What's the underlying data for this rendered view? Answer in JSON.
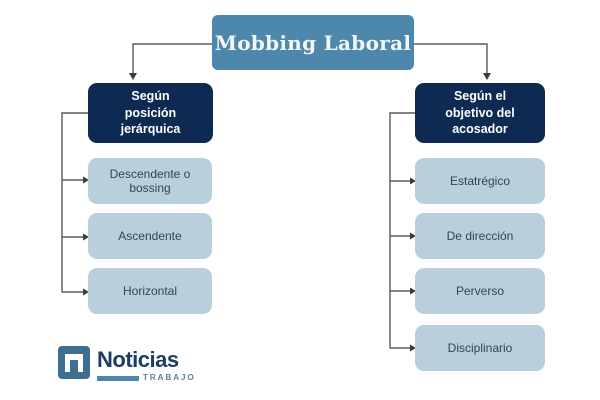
{
  "title": "Mobbing Laboral",
  "colors": {
    "title_bg": "#4d87ab",
    "header_bg": "#0e2a52",
    "item_bg": "#b9cfdb",
    "connector": "#5a5a5a",
    "logo_navy": "#1d3d63",
    "logo_blue": "#3e6f93"
  },
  "branches": {
    "left": {
      "header": "Según posición jerárquica",
      "items": [
        "Descendente o bossing",
        "Ascendente",
        "Horizontal"
      ]
    },
    "right": {
      "header": "Según el objetivo del acosador",
      "items": [
        "Estatrégico",
        "De dirección",
        "Perverso",
        "Disciplinario"
      ]
    }
  },
  "logo": {
    "name": "Noticias",
    "tagline": "TRABAJO"
  }
}
